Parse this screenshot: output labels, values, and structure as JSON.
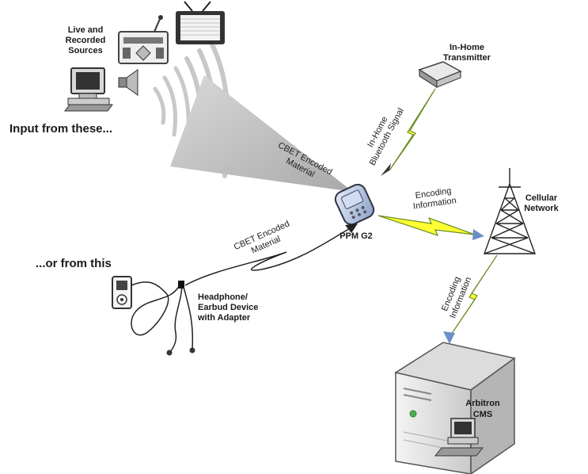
{
  "labels": {
    "sources_line1": "Live and",
    "sources_line2": "Recorded",
    "sources_line3": "Sources",
    "input_from_these": "Input from these...",
    "or_from_this": "...or from this",
    "cbet_top_line1": "CBET Encoded",
    "cbet_top_line2": "Material",
    "cbet_bottom_line1": "CBET Encoded",
    "cbet_bottom_line2": "Material",
    "headphone_line1": "Headphone/",
    "headphone_line2": "Earbud Device",
    "headphone_line3": "with Adapter",
    "ppm": "PPM G2",
    "transmitter_line1": "In-Home",
    "transmitter_line2": "Transmitter",
    "bluetooth_line1": "In-Home",
    "bluetooth_line2": "Bluetooth Signal",
    "encoding1_line1": "Encoding",
    "encoding1_line2": "Information",
    "cellular_line1": "Cellular",
    "cellular_line2": "Network",
    "encoding2_line1": "Encoding",
    "encoding2_line2": "Information",
    "cms_line1": "Arbitron",
    "cms_line2": "CMS"
  },
  "colors": {
    "bolt_fill": "#ffff33",
    "bolt_stroke": "#6b8e23",
    "arrow_blue": "#6a8fc8",
    "cone_gray": "#b8b8b8"
  }
}
